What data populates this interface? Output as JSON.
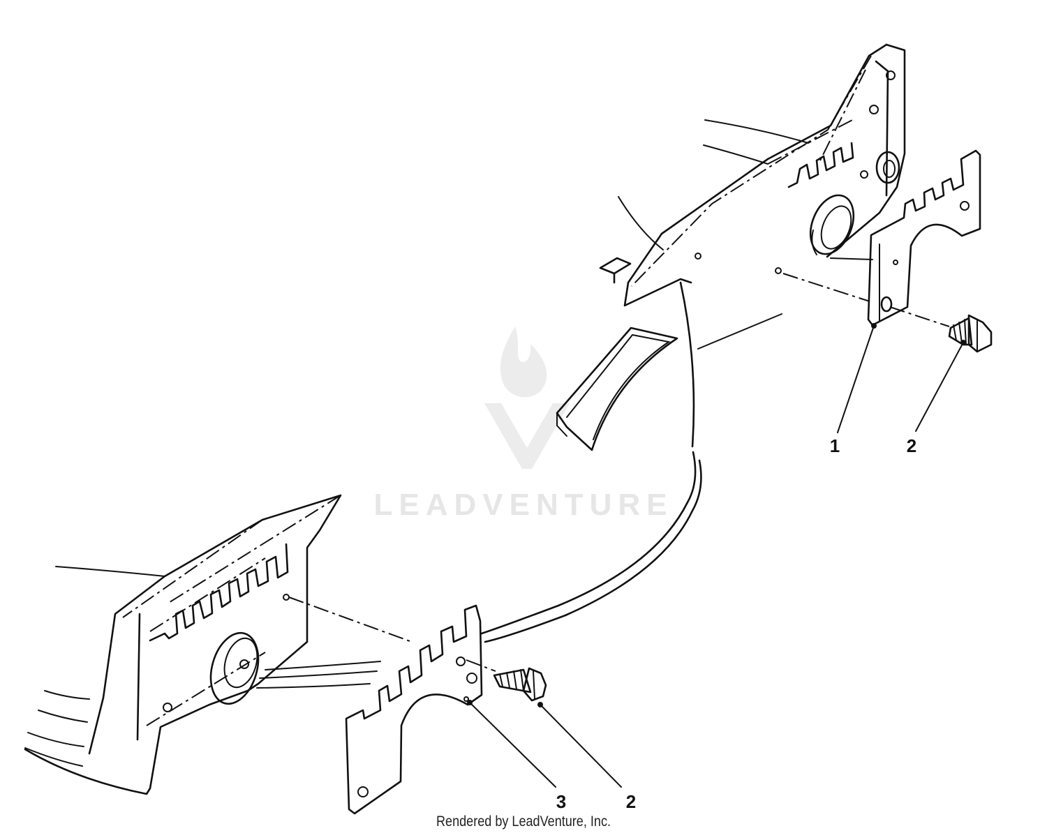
{
  "watermark": {
    "brand": "LEADVENTURE"
  },
  "callouts": [
    {
      "id": "1",
      "label": "1"
    },
    {
      "id": "2a",
      "label": "2"
    },
    {
      "id": "3",
      "label": "3"
    },
    {
      "id": "2b",
      "label": "2"
    }
  ],
  "footer": {
    "credit": "Rendered by LeadVenture, Inc."
  }
}
